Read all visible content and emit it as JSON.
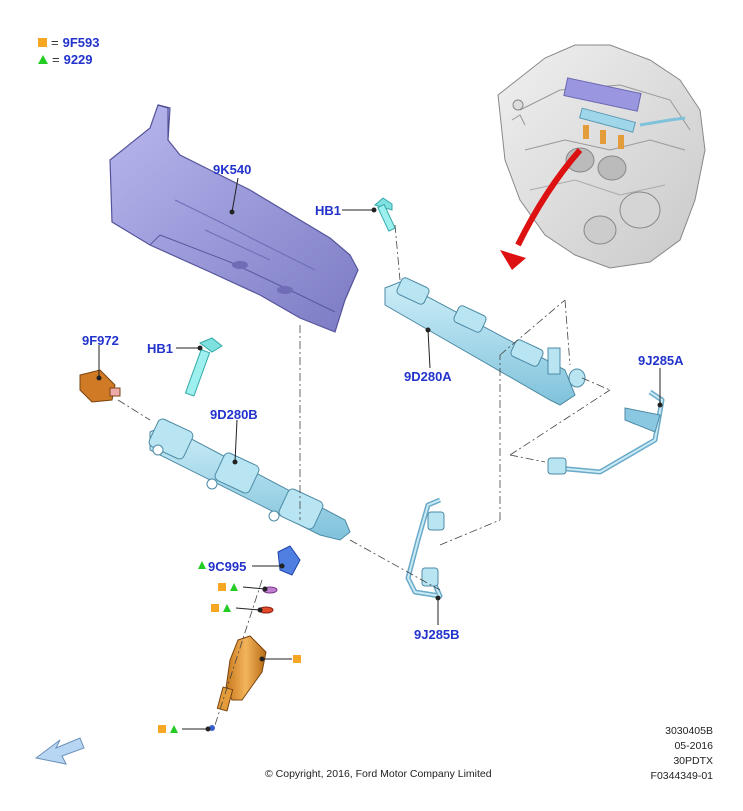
{
  "legend": [
    {
      "icon": "orange-square-icon",
      "color": "#f5a623",
      "equals": "=",
      "code": "9F593"
    },
    {
      "icon": "green-triangle-icon",
      "color": "#22cc22",
      "equals": "=",
      "code": "9229"
    }
  ],
  "labels": {
    "heat_shield": "9K540",
    "bolt_upper": "HB1",
    "bolt_left": "HB1",
    "rail_upper": "9D280A",
    "rail_lower": "9D280B",
    "sensor": "9F972",
    "tube_right": "9J285A",
    "tube_lower": "9J285B",
    "clip": "9C995"
  },
  "meta": {
    "ref1": "3030405B",
    "date": "05-2016",
    "model": "30PDTX",
    "figure": "F0344349-01"
  },
  "copyright": "© Copyright, 2016, Ford Motor Company Limited",
  "colors": {
    "label": "#2233cc",
    "part_blue": "#9fd6ea",
    "shield": "#8f8ed4",
    "injector": "#e49b3a",
    "arrow": "#dd1111"
  }
}
